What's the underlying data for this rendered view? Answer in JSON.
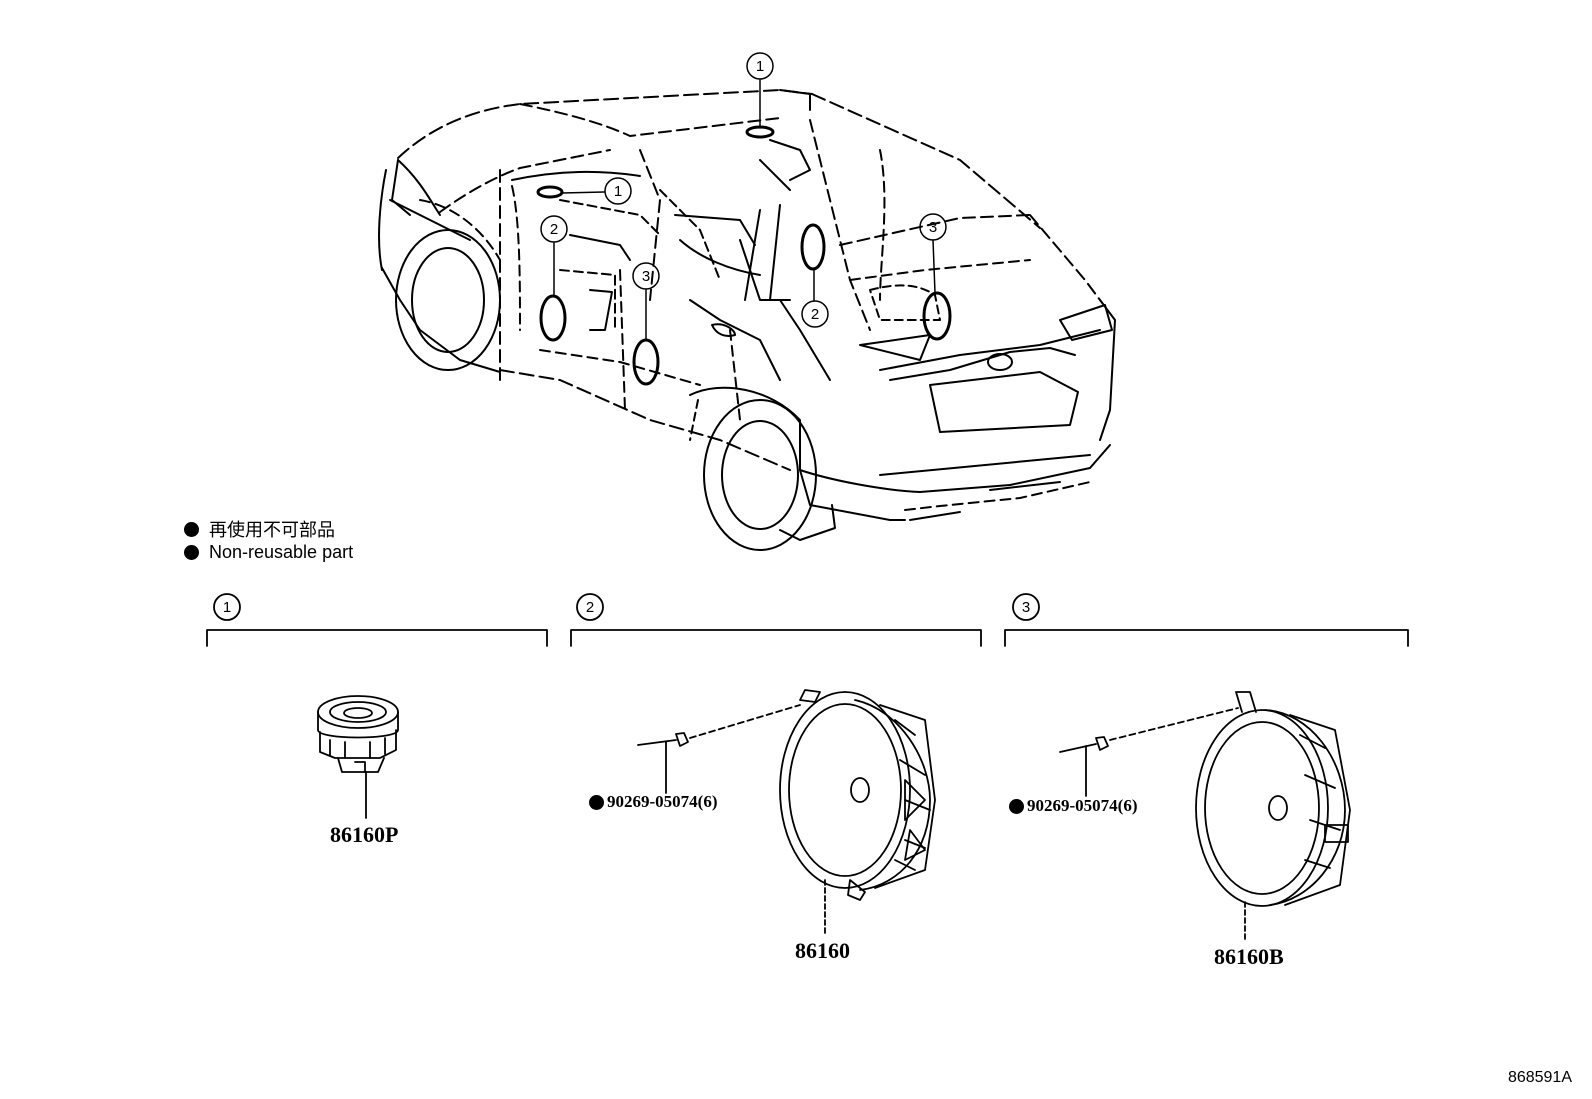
{
  "legend": {
    "jp": "再使用不可部品",
    "en": "Non-reusable part"
  },
  "callouts": {
    "c1": "1",
    "c2": "2",
    "c3": "3"
  },
  "groups": [
    {
      "marker": "1",
      "part": "86160P"
    },
    {
      "marker": "2",
      "part": "86160",
      "screw": "90269-05074(6)"
    },
    {
      "marker": "3",
      "part": "86160B",
      "screw": "90269-05074(6)"
    }
  ],
  "reference": "868591A"
}
